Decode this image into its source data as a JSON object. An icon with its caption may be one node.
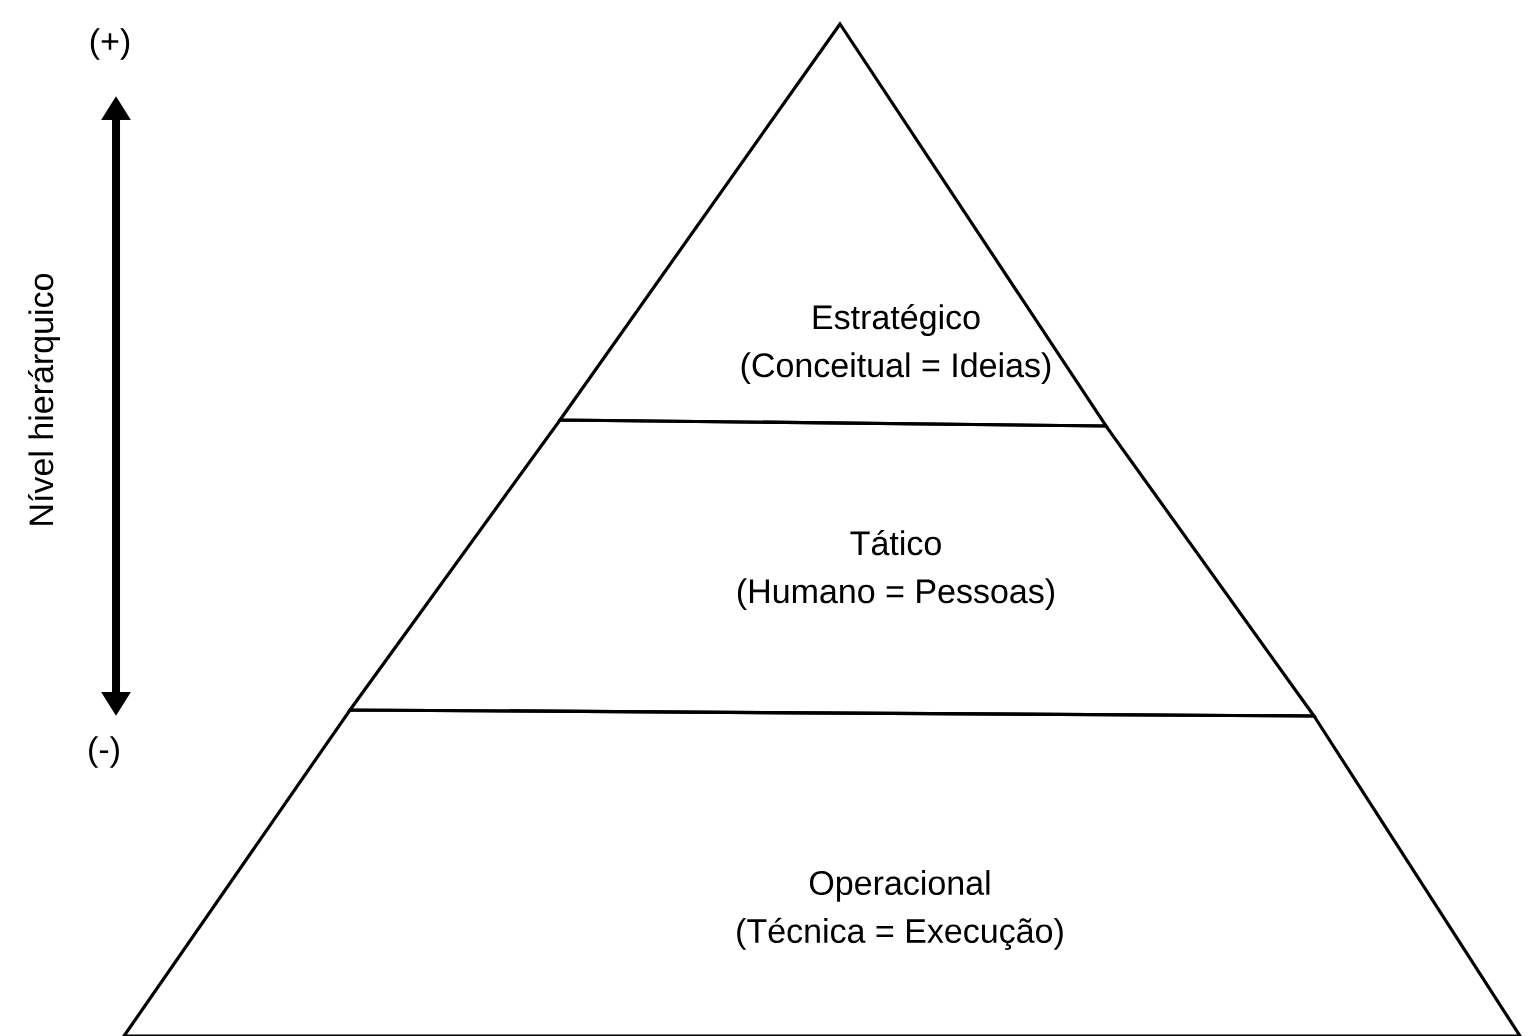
{
  "diagram": {
    "nodes": [
      {
        "text": [
          "Estratégico",
          "(Conceitual = Ideias)"
        ]
      },
      {
        "text": [
          "Tático",
          "(Humano = Pessoas)"
        ]
      },
      {
        "text": [
          "Operacional",
          "(Técnica = Execução)"
        ]
      }
    ],
    "labels": [
      "(+)",
      "Nível hierárquico",
      "(-)"
    ]
  }
}
